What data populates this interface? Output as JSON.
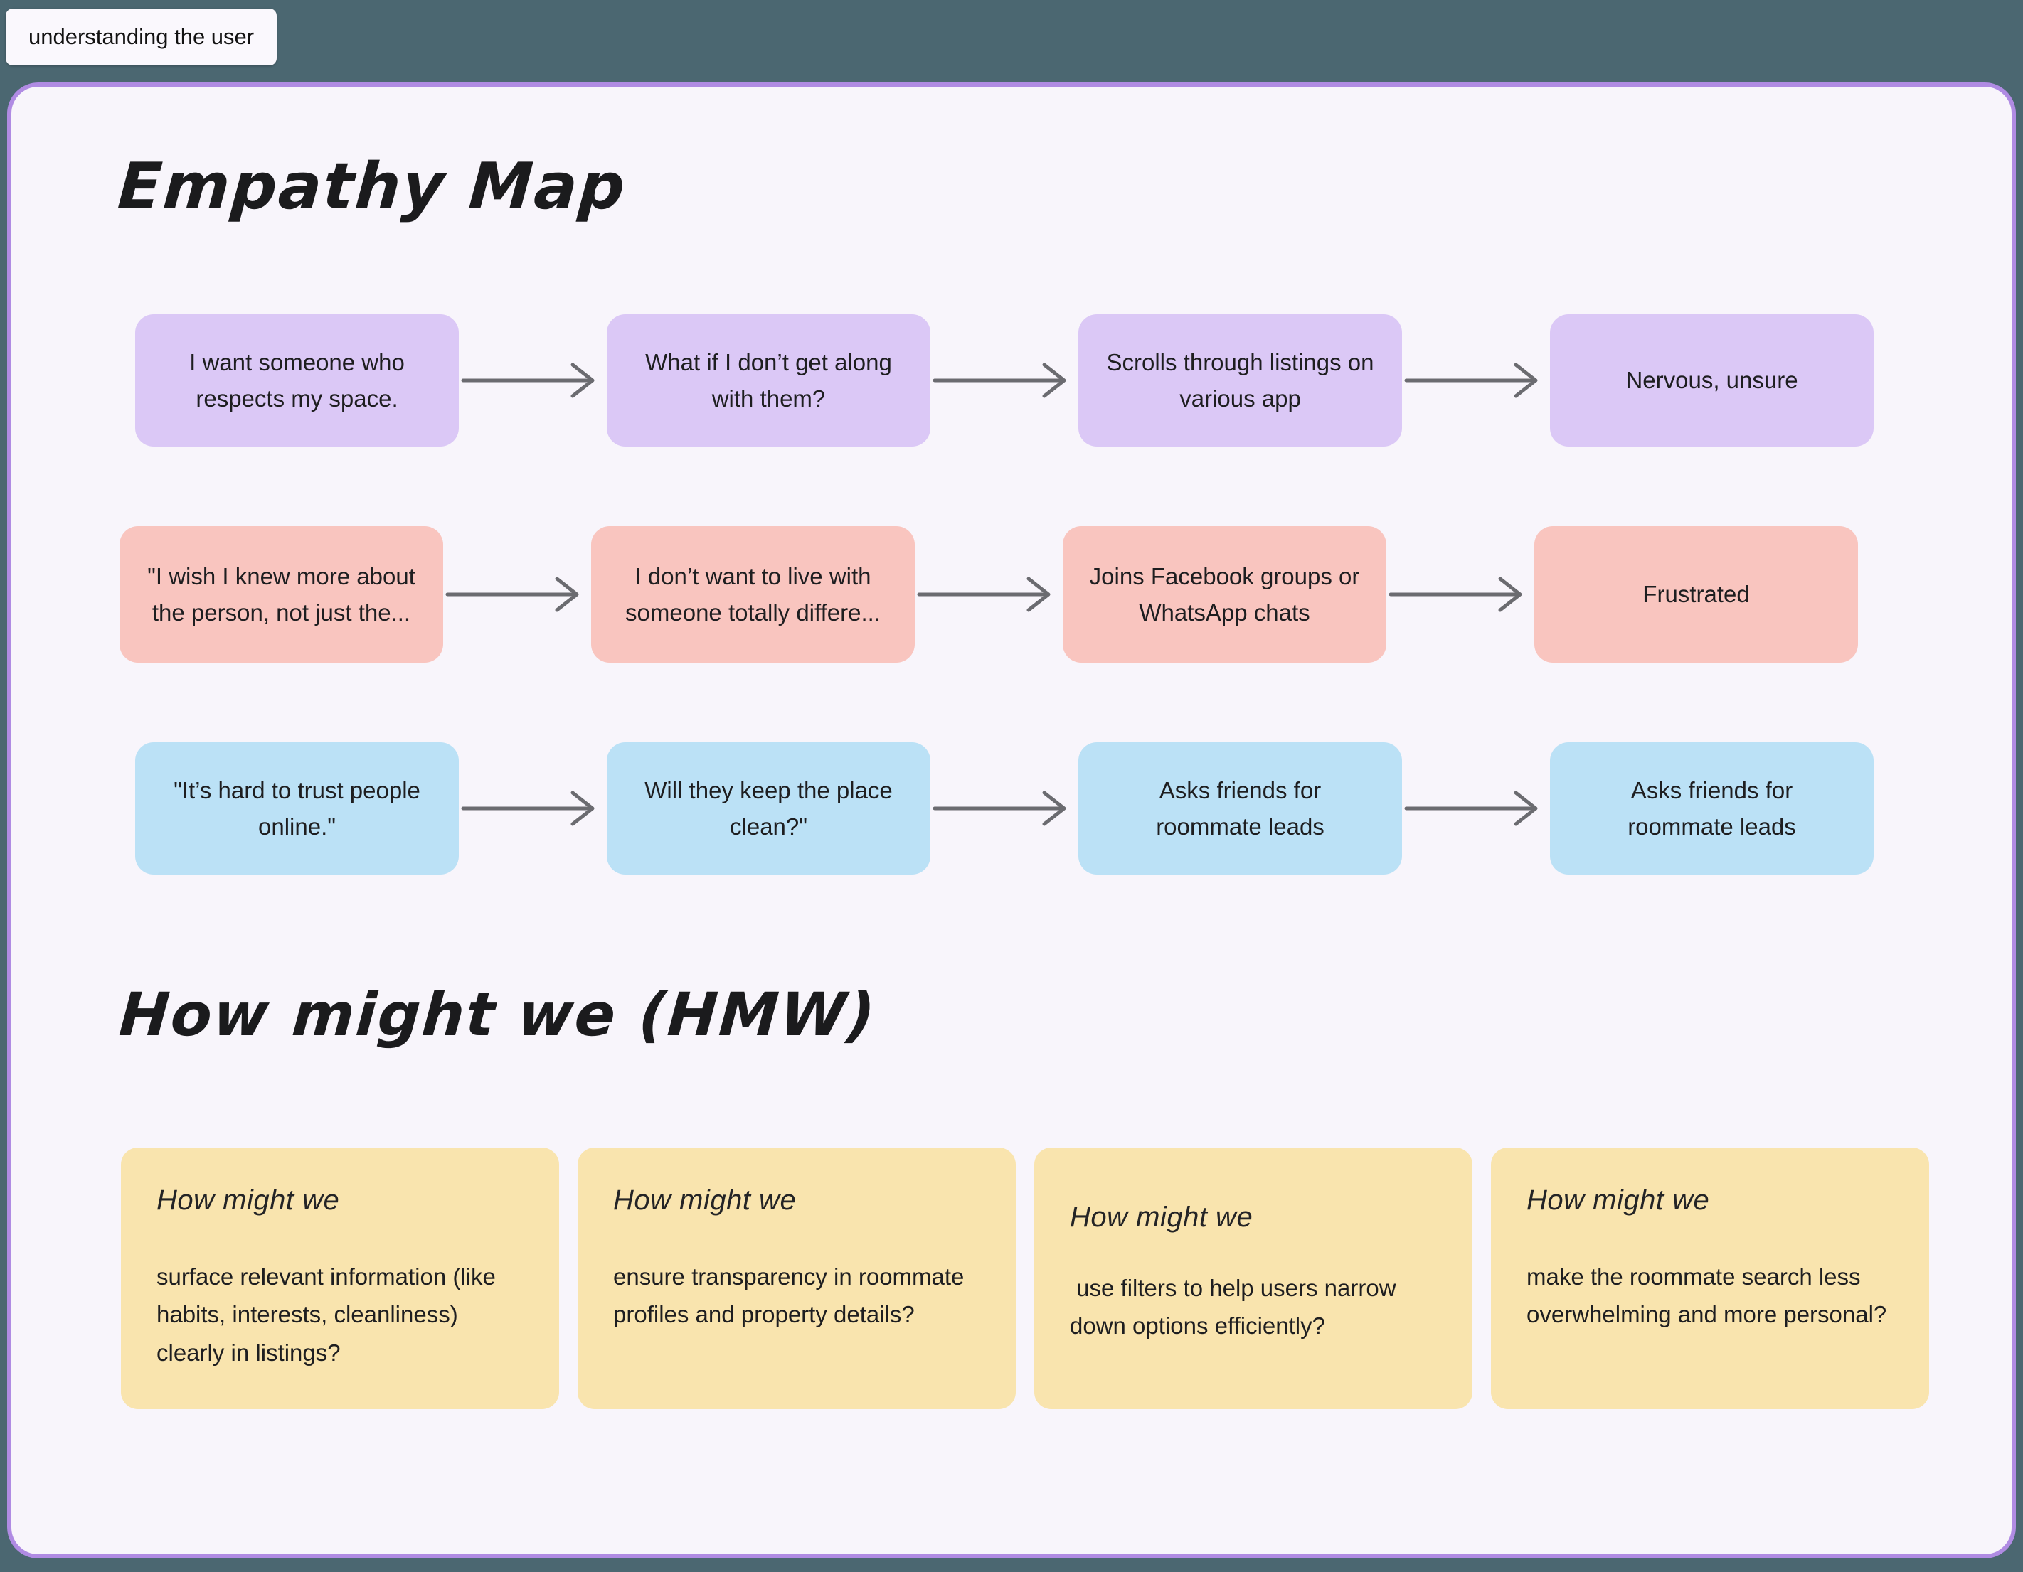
{
  "tab_label": "understanding the user",
  "colors": {
    "page_background": "#4B6771",
    "canvas_background": "#F8F5FB",
    "canvas_border": "#B08BE3",
    "note_purple": "#DBC8F6",
    "note_pink": "#F9C5BF",
    "note_blue": "#BBE1F6",
    "note_yellow": "#F9E4AE",
    "arrow": "#6B6B70",
    "text": "#1E1E20"
  },
  "empathy": {
    "title": "Empathy Map",
    "rows": [
      {
        "color": "purple",
        "cards": [
          "I want someone who respects my space.",
          "What if I don’t get along with them?",
          "Scrolls through listings on various app",
          "Nervous, unsure"
        ]
      },
      {
        "color": "pink",
        "cards": [
          "\"I wish I knew more about the person, not just the...",
          "I don’t want to live with someone totally differe...",
          "Joins Facebook groups or WhatsApp chats",
          "Frustrated"
        ]
      },
      {
        "color": "blue",
        "cards": [
          "\"It’s hard to trust people online.\"",
          "Will they keep the place clean?\"",
          "Asks friends for roommate leads",
          "Asks friends for roommate leads"
        ]
      }
    ]
  },
  "hmw": {
    "title": "How might we (HMW)",
    "cards": [
      {
        "title": "How might we",
        "body": "surface relevant information (like habits, interests, cleanliness) clearly in listings?"
      },
      {
        "title": "How might we",
        "body": "ensure transparency in roommate profiles and property details?"
      },
      {
        "title": "How might we",
        "body": " use filters to help users narrow down options efficiently?"
      },
      {
        "title": "How might we",
        "body": "make the roommate search less overwhelming and more personal?"
      }
    ]
  }
}
